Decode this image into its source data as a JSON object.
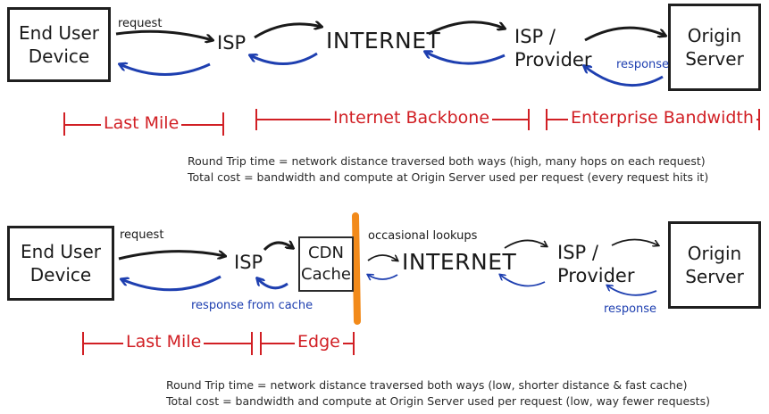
{
  "top": {
    "end_user": "End User\nDevice",
    "request": "request",
    "isp": "ISP",
    "internet": "INTERNET",
    "isp_provider": "ISP /\nProvider",
    "origin": "Origin\nServer",
    "response": "response",
    "last_mile": "Last Mile",
    "backbone": "Internet Backbone",
    "enterprise": "Enterprise Bandwidth",
    "note_line1": "Round Trip time = network distance traversed both ways (high, many hops on each request)",
    "note_line2": "Total cost = bandwidth and compute at Origin Server used per request (every request hits it)"
  },
  "bottom": {
    "end_user": "End User\nDevice",
    "request": "request",
    "isp": "ISP",
    "cdn": "CDN\nCache",
    "occasional": "occasional lookups",
    "internet": "INTERNET",
    "isp_provider": "ISP /\nProvider",
    "origin": "Origin\nServer",
    "response_cache": "response from cache",
    "response": "response",
    "last_mile": "Last Mile",
    "edge": "Edge",
    "note_line1": "Round Trip time = network distance traversed both ways (low, shorter distance & fast cache)",
    "note_line2": "Total cost = bandwidth and compute at Origin Server used per request (low, way fewer requests)"
  },
  "colors": {
    "request_arrow": "#1a1a1a",
    "response_arrow": "#1e3fb0",
    "segment": "#d11f24",
    "edge_bar": "#f28a1a"
  }
}
